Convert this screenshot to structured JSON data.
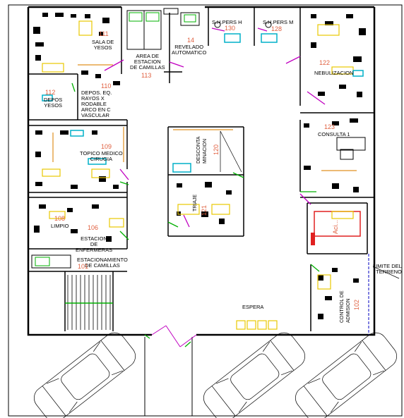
{
  "rooms": [
    {
      "id": "sala-yesos",
      "label": "SALA DE\nYESOS",
      "number": "111"
    },
    {
      "id": "estacion-camillas",
      "label": "AREA DE\nESTACION\nDE CAMILLAS",
      "number": "113"
    },
    {
      "id": "revelado",
      "label": "REVELADO\nAUTOMATICO",
      "number": "14"
    },
    {
      "id": "sh-hombres",
      "label": "S.H.PERS H",
      "number": "130"
    },
    {
      "id": "sh-mujeres",
      "label": "S.H.PERS M",
      "number": "128"
    },
    {
      "id": "nebulizacion",
      "label": "NEBULIZACION",
      "number": "122"
    },
    {
      "id": "depos-yesos",
      "label": "DEPOS\nYESOS",
      "number": "112"
    },
    {
      "id": "depos-eq-rayos",
      "label": "DEPOS. EQ.\nRAYOS X\nRODABLE\nARCO EN C\nVASCULAR",
      "number": "110"
    },
    {
      "id": "descontaminacion",
      "label": "DESCONTA\nMINACION",
      "number": "120"
    },
    {
      "id": "consulta",
      "label": "CONSULTA 1",
      "number": "123"
    },
    {
      "id": "topico-cirugia",
      "label": "TOPICO MEDICO\nCIRUGIA",
      "number": "109"
    },
    {
      "id": "triaje",
      "label": "TRIAJE",
      "number": "121"
    },
    {
      "id": "limpio",
      "label": "LIMPIO",
      "number": "108"
    },
    {
      "id": "reanimacion",
      "label": "",
      "number": "106"
    },
    {
      "id": "enfermeras",
      "label": "ESTACION\nDE\nENFERMERAS",
      "number": ""
    },
    {
      "id": "est-camillas-2",
      "label": "ESTACIONAMIENTO\nDE CAMILLAS",
      "number": "101"
    },
    {
      "id": "espera",
      "label": "ESPERA",
      "number": ""
    },
    {
      "id": "control-admision",
      "label": "CONTROL DE\nADMISION",
      "number": "102"
    }
  ],
  "rooms_vertical_num": {
    "shock": "Aci..."
  },
  "site_label": "LIMITE DEL\nTERRENO",
  "colors": {
    "wall": "#000000",
    "furniture_yellow": "#e8c800",
    "furniture_cyan": "#00b0c8",
    "door_magenta": "#c000c0",
    "door_green": "#00b000",
    "accent_orange": "#e09020",
    "room_number": "#e06040",
    "shock_red": "#e02020"
  },
  "icons": [
    "car-icon",
    "car-icon",
    "car-icon",
    "stair-icon"
  ]
}
